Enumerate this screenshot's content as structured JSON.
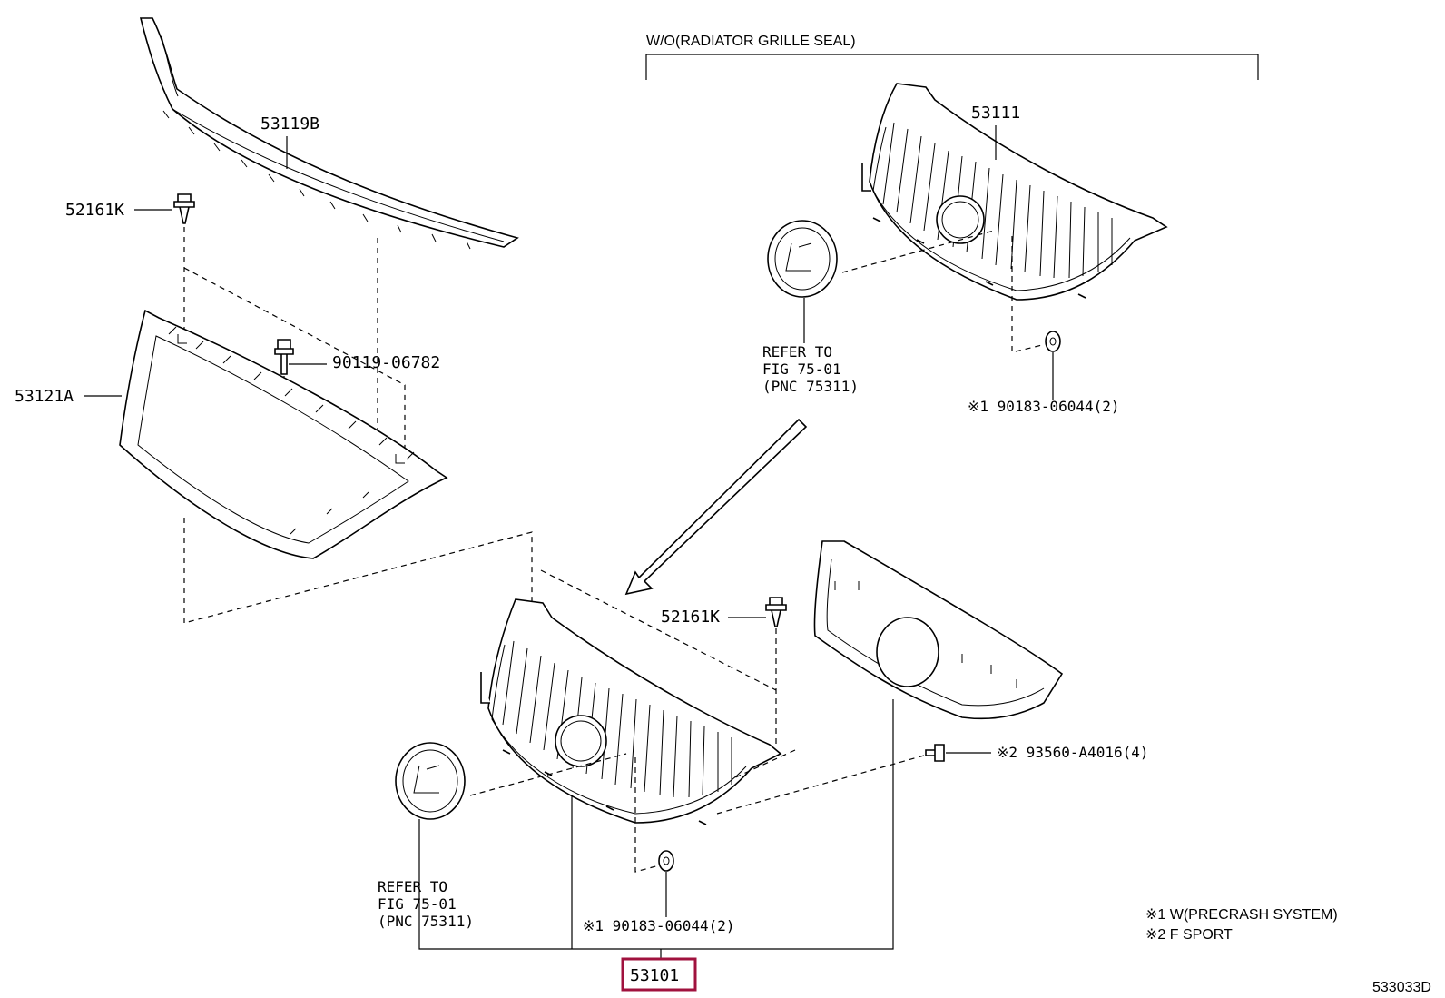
{
  "header": {
    "variant": "W/O(RADIATOR GRILLE SEAL)"
  },
  "parts": {
    "moulding": "53119B",
    "clip_top": "52161K",
    "bolt": "90119-06782",
    "frame": "53121A",
    "grille_upper": "53111",
    "nut_upper": "※1 90183-06044(2)",
    "clip_lower": "52161K",
    "screw": "※2 93560-A4016(4)",
    "nut_lower": "※1 90183-06044(2)",
    "assembly": "53101"
  },
  "refer_upper": {
    "line1": "REFER TO",
    "line2": "FIG 75-01",
    "line3": "(PNC 75311)"
  },
  "refer_lower": {
    "line1": "REFER TO",
    "line2": "FIG 75-01",
    "line3": "(PNC 75311)"
  },
  "notes": {
    "note1": "※1 W(PRECRASH SYSTEM)",
    "note2": "※2 F SPORT"
  },
  "figure_id": "533033D",
  "colors": {
    "highlight": "#a0123e"
  }
}
